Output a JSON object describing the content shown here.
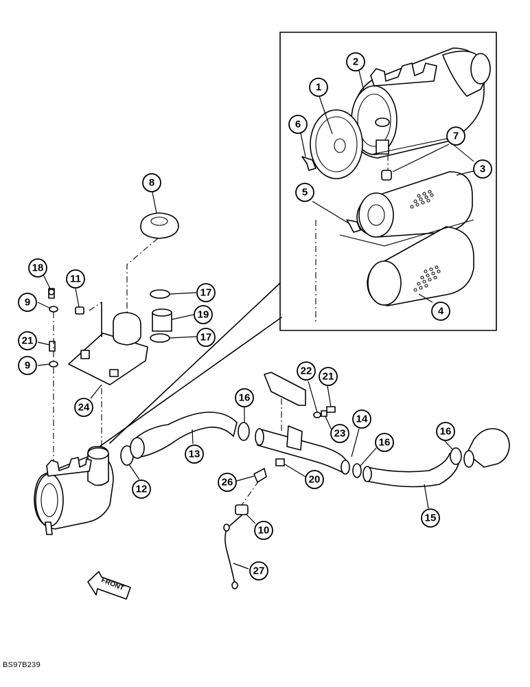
{
  "diagram": {
    "reference_code": "BS97B239",
    "front_label": "FRONT",
    "callouts": [
      {
        "id": "c1",
        "label": "1"
      },
      {
        "id": "c2",
        "label": "2"
      },
      {
        "id": "c3",
        "label": "3"
      },
      {
        "id": "c4",
        "label": "4"
      },
      {
        "id": "c5",
        "label": "5"
      },
      {
        "id": "c6",
        "label": "6"
      },
      {
        "id": "c7",
        "label": "7"
      },
      {
        "id": "c8",
        "label": "8"
      },
      {
        "id": "c9a",
        "label": "9"
      },
      {
        "id": "c9b",
        "label": "9"
      },
      {
        "id": "c10",
        "label": "10"
      },
      {
        "id": "c11",
        "label": "11"
      },
      {
        "id": "c12",
        "label": "12"
      },
      {
        "id": "c13",
        "label": "13"
      },
      {
        "id": "c14",
        "label": "14"
      },
      {
        "id": "c15",
        "label": "15"
      },
      {
        "id": "c16a",
        "label": "16"
      },
      {
        "id": "c16b",
        "label": "16"
      },
      {
        "id": "c16c",
        "label": "16"
      },
      {
        "id": "c17a",
        "label": "17"
      },
      {
        "id": "c17b",
        "label": "17"
      },
      {
        "id": "c18",
        "label": "18"
      },
      {
        "id": "c19",
        "label": "19"
      },
      {
        "id": "c20",
        "label": "20"
      },
      {
        "id": "c21a",
        "label": "21"
      },
      {
        "id": "c21b",
        "label": "21"
      },
      {
        "id": "c22",
        "label": "22"
      },
      {
        "id": "c23",
        "label": "23"
      },
      {
        "id": "c24",
        "label": "24"
      },
      {
        "id": "c26",
        "label": "26"
      },
      {
        "id": "c27",
        "label": "27"
      }
    ]
  }
}
